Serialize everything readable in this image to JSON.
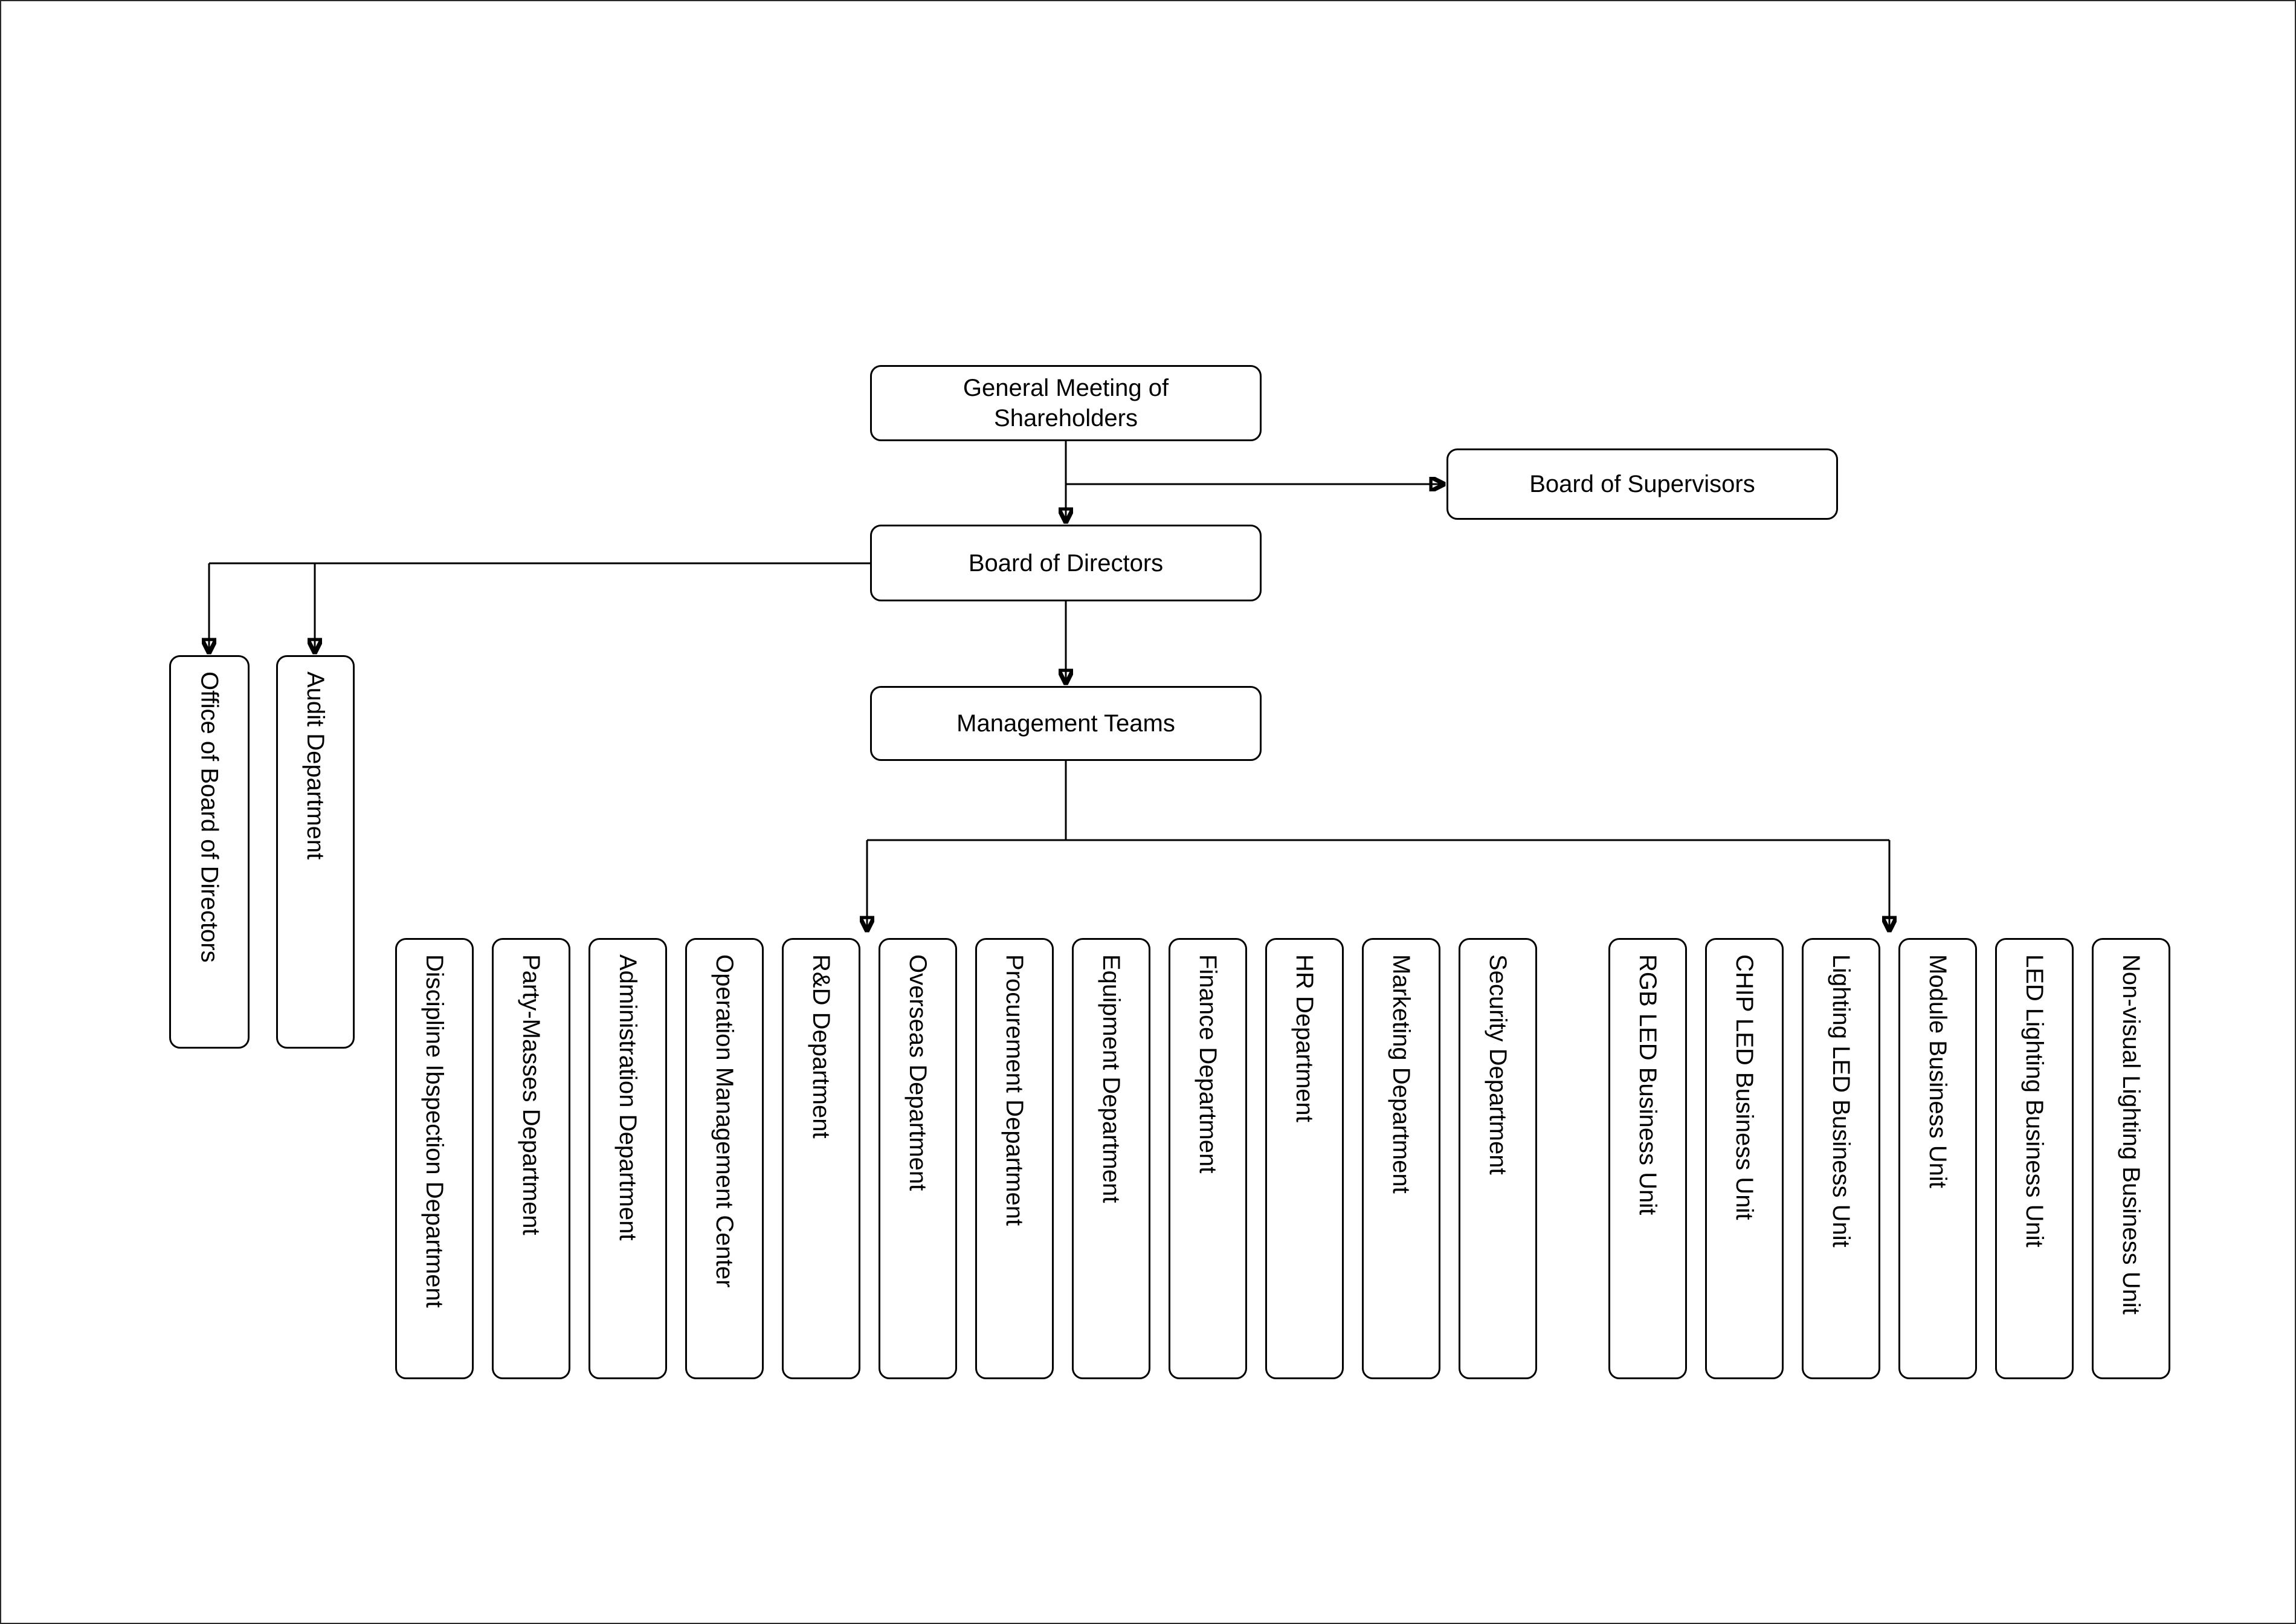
{
  "page": {
    "background_color": "#ffffff",
    "line_color": "#000000",
    "canvas_border_color": "#2a2a2a"
  },
  "org": {
    "type": "org-chart",
    "nodes": {
      "general_meeting": "General Meeting of Shareholders",
      "board_of_supervisors": "Board of Supervisors",
      "board_of_directors": "Board of Directors",
      "management_teams": "Management Teams",
      "office_of_board_of_directors": "Office of Board of Directors",
      "audit_department": "Audit Department"
    },
    "departments": [
      "Discipline Ibspection Department",
      "Party-Masses Department",
      "Administration Department",
      "Operation Management Center",
      "R&D Department",
      "Overseas Department",
      "Procurement Department",
      "Equipment Department",
      "Finance Department",
      "HR Department",
      "Marketing Department",
      "Security Department"
    ],
    "business_units": [
      "RGB LED Business Unit",
      "CHIP LED Business Unit",
      "Lighting LED Business Unit",
      "Module Business Unit",
      "LED Lighting Business Unit",
      "Non-visual Lighting Business Unit"
    ],
    "edges": [
      {
        "from": "general_meeting",
        "to": "board_of_directors"
      },
      {
        "from": "general_meeting",
        "to": "board_of_supervisors"
      },
      {
        "from": "board_of_directors",
        "to": "office_of_board_of_directors"
      },
      {
        "from": "board_of_directors",
        "to": "audit_department"
      },
      {
        "from": "board_of_directors",
        "to": "management_teams"
      },
      {
        "from": "management_teams",
        "to": "departments"
      },
      {
        "from": "management_teams",
        "to": "business_units"
      }
    ]
  }
}
